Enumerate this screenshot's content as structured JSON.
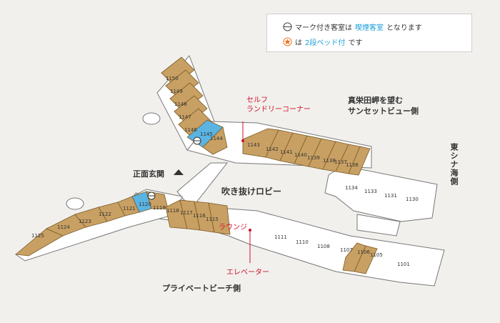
{
  "legend": {
    "smoking_text_prefix": "マーク付き客室は",
    "smoking_text_highlight": "喫煙客室",
    "smoking_text_suffix": "となります",
    "bunk_text_prefix": "は",
    "bunk_text_highlight": "2段ベッド付",
    "bunk_text_suffix": "です"
  },
  "labels": {
    "laundry": "セルフ\nランドリーコーナー",
    "mount_view": "真栄田岬を望む\nサンセットビュー側",
    "east_china": "東シナ海側",
    "entrance": "正面玄関",
    "atrium": "吹き抜けロビー",
    "lounge": "ラウンジ",
    "elevator": "エレベーター",
    "beach": "プライベートビーチ側"
  },
  "colors": {
    "room_brown": "#c8a063",
    "room_blue": "#5ab4e2",
    "floor": "#ffffff",
    "accent_red": "#d0102a",
    "orange": "#ef6c1c"
  },
  "rooms": {
    "nw_wing": [
      "1150",
      "1149",
      "1148",
      "1147",
      "1146",
      "1145",
      "1144"
    ],
    "north_row": [
      "1143",
      "1142",
      "1141",
      "1140",
      "1139",
      "1138",
      "1137",
      "1136"
    ],
    "east_block": [
      "1134",
      "1133",
      "1131",
      "1130"
    ],
    "west_wing": [
      "1125",
      "1124",
      "1123",
      "1122",
      "1121",
      "1120",
      "1119"
    ],
    "mid_row": [
      "1118",
      "1117",
      "1116",
      "1115"
    ],
    "south_row": [
      "1111",
      "1110",
      "1108",
      "1107",
      "1106",
      "1105",
      "1101"
    ]
  }
}
